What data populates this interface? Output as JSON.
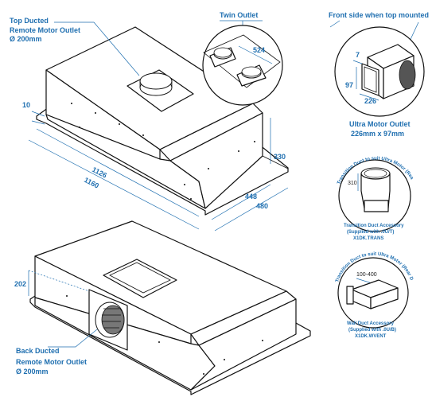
{
  "colors": {
    "accent": "#1f6fb0",
    "line": "#111111"
  },
  "top_view": {
    "label_title": "Top Ducted",
    "label_line2": "Remote Motor Outlet",
    "label_line3": "Ø 200mm",
    "dims": {
      "d10": "10",
      "d1126": "1126",
      "d1160": "1160",
      "d330": "330",
      "d448": "448",
      "d480": "480"
    }
  },
  "twin_outlet": {
    "title": "Twin Outlet",
    "dim": "524"
  },
  "front_side": {
    "title": "Front side when top mounted",
    "d7": "7",
    "d97": "97",
    "d226": "226",
    "caption1": "Ultra Motor Outlet",
    "caption2": "226mm x 97mm"
  },
  "transition": {
    "arc_text": "Transition Duct to suit Ultra Motor (Rear Duct)",
    "dim": "310",
    "caption1": "Transition Duct Accessory",
    "caption2": "(Supplied with .0U/T)",
    "caption3": "X1DK.TRANS"
  },
  "wall_duct": {
    "arc_text": "Transition Duct to suit Ultra Motor (Rear Duct)",
    "dim": "100-400",
    "caption1": "Wall Duct Accessory",
    "caption2": "(Supplied with .0U/B)",
    "caption3": "X1DK.WVENT"
  },
  "back_view": {
    "label_title": "Back Ducted",
    "label_line2": "Remote Motor Outlet",
    "label_line3": "Ø 200mm",
    "dim": "202"
  }
}
